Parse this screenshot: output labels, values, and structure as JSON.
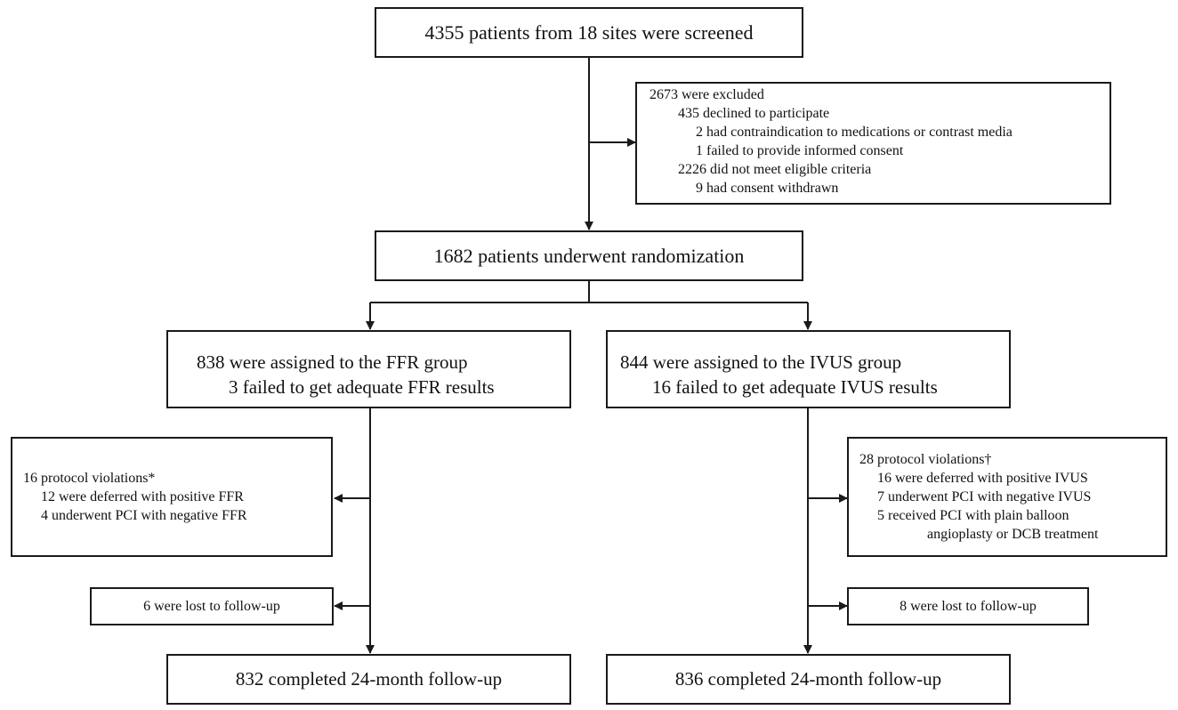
{
  "screened": "4355 patients from 18 sites were screened",
  "excluded": {
    "header": "2673 were excluded",
    "declined": "435 declined to participate",
    "contraindication": "2 had contraindication to medications or contrast media",
    "no_consent": "1 failed to provide informed consent",
    "not_eligible": "2226 did not meet eligible criteria",
    "withdrawn": "9 had consent withdrawn"
  },
  "randomized": "1682 patients underwent randomization",
  "ffr_group": {
    "assigned": "838 were assigned to the FFR group",
    "failed": "3 failed to get adequate FFR results",
    "violations_header": "16 protocol violations*",
    "violation_1": "12 were deferred with positive FFR",
    "violation_2": "4 underwent PCI with negative FFR",
    "lost": "6 were lost to follow-up",
    "completed": "832 completed 24-month follow-up"
  },
  "ivus_group": {
    "assigned": "844 were assigned to the IVUS group",
    "failed": "16 failed to get adequate IVUS results",
    "violations_header": "28 protocol violations†",
    "violation_1": "16 were deferred with positive IVUS",
    "violation_2": "7 underwent PCI with negative IVUS",
    "violation_3a": "5 received PCI with plain balloon",
    "violation_3b": "angioplasty or DCB treatment",
    "lost": "8 were lost to follow-up",
    "completed": "836 completed 24-month follow-up"
  }
}
